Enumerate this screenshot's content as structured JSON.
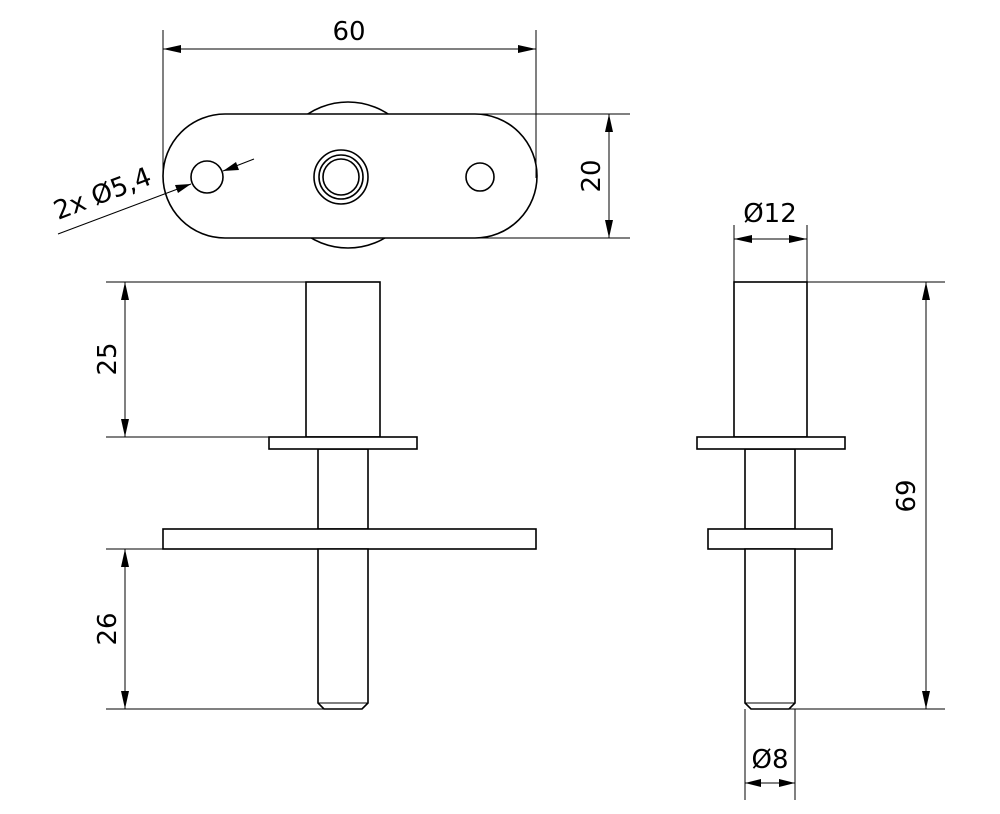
{
  "dimensions": {
    "overall_width": "60",
    "hole_callout": "2x Ø5,4",
    "plate_height": "20",
    "pin_diameter_top": "Ø12",
    "upper_length": "25",
    "lower_length": "26",
    "overall_length": "69",
    "pin_diameter_bottom": "Ø8"
  }
}
